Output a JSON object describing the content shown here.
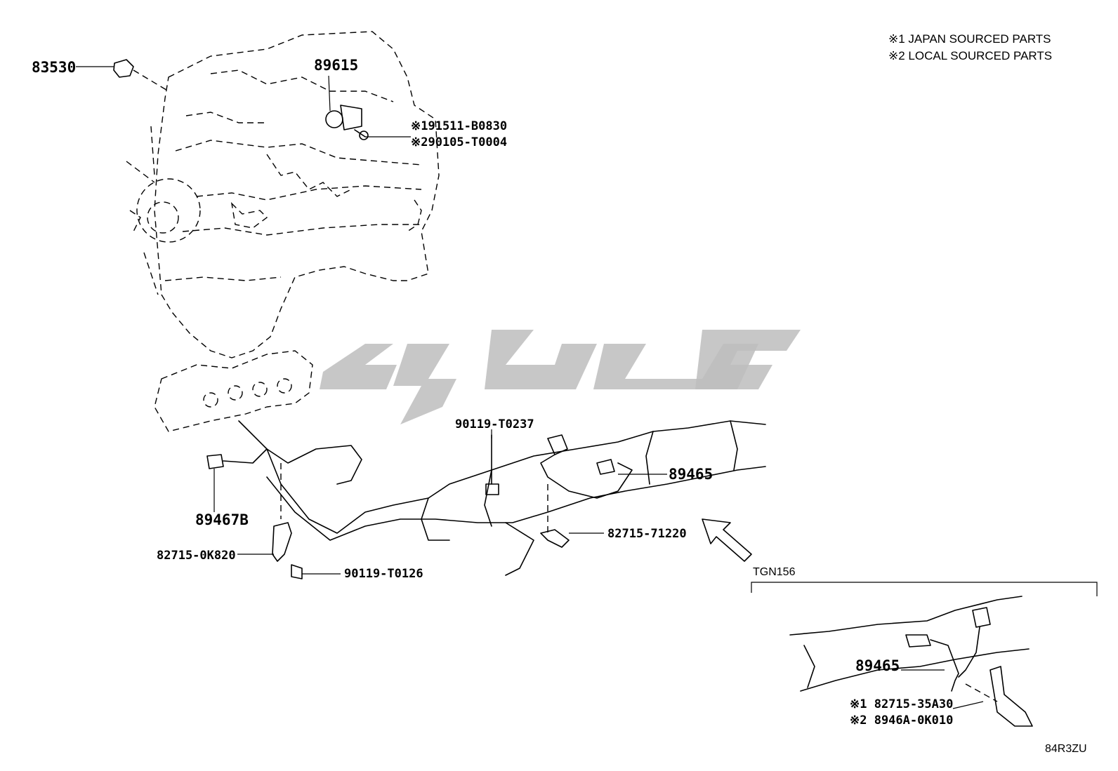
{
  "notes": [
    "※1 JAPAN SOURCED PARTS",
    "※2 LOCAL SOURCED PARTS"
  ],
  "parts": {
    "p83530": "83530",
    "p89615": "89615",
    "p91511": "※191511-B0830",
    "p290105": "※290105-T0004",
    "p89467B": "89467B",
    "p82715_0K820": "82715-0K820",
    "p90119_T0126": "90119-T0126",
    "p90119_T0237": "90119-T0237",
    "p89465_main": "89465",
    "p82715_71220": "82715-71220",
    "p89465_inset": "89465",
    "p82715_35A30": "※1 82715-35A30",
    "p8946A_0K010": "※2 8946A-0K010"
  },
  "inset": {
    "model": "TGN156"
  },
  "diagram_code": "84R3ZU",
  "colors": {
    "line": "#000000",
    "watermark": "#bdbdbd",
    "background": "#ffffff"
  }
}
